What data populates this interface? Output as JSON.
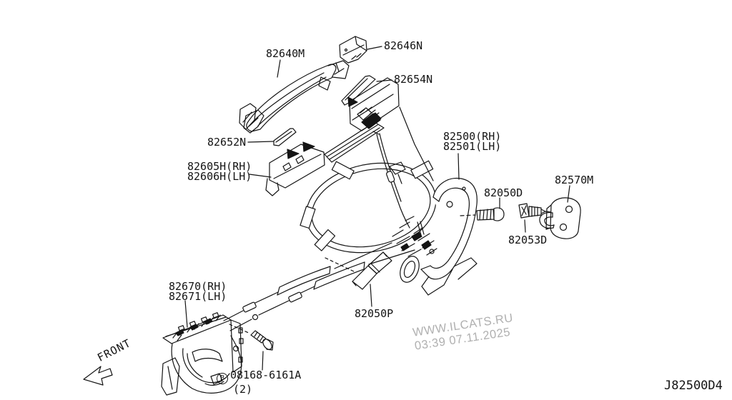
{
  "diagram": {
    "drawing_code": "J82500D4",
    "front_label": "FRONT",
    "watermark_line1": "WWW.ILCATS.RU",
    "watermark_line2": "03:39 07.11.2025",
    "bolt_prefix": "B",
    "bolt_qty": "(2)",
    "labels": {
      "l82640M": "82640M",
      "l82646N": "82646N",
      "l82654N": "82654N",
      "l82652N": "82652N",
      "l82605H": "82605H(RH)",
      "l82606H": "82606H(LH)",
      "l82500": "82500(RH)",
      "l82501": "82501(LH)",
      "l82050D": "82050D",
      "l82570M": "82570M",
      "l82053D": "82053D",
      "l82670": "82670(RH)",
      "l82671": "82671(LH)",
      "l82050P": "82050P",
      "l08168": "08168-6161A"
    },
    "colors": {
      "line": "#141414",
      "watermark": "#b0b0b0",
      "background": "#ffffff"
    }
  }
}
